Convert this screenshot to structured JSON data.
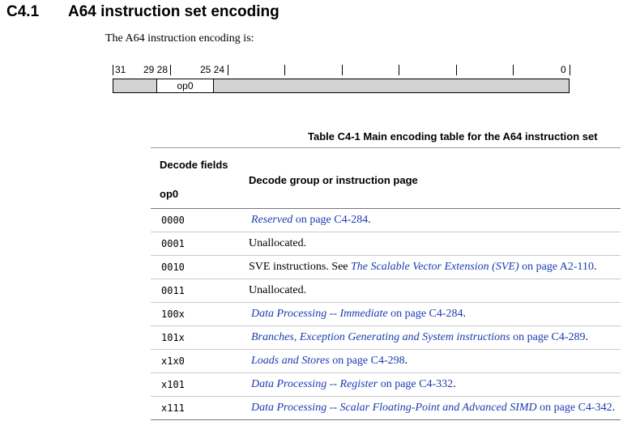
{
  "section": {
    "number": "C4.1",
    "title": "A64 instruction set encoding"
  },
  "intro": "The A64 instruction encoding is:",
  "encoding": {
    "labels": {
      "b31": "31",
      "b29_28": "29 28",
      "b25_24": "25 24",
      "b0": "0"
    },
    "field": "op0"
  },
  "table": {
    "caption": "Table C4-1 Main encoding table for the A64 instruction set",
    "header": {
      "decode_fields": "Decode fields",
      "op0": "op0",
      "group": "Decode group or instruction page"
    },
    "rows": [
      {
        "op0": "0000",
        "prefix": "",
        "link": "Reserved",
        "page": "on page C4-284",
        "suffix": "."
      },
      {
        "op0": "0001",
        "prefix": "Unallocated.",
        "link": "",
        "page": "",
        "suffix": ""
      },
      {
        "op0": "0010",
        "prefix": "SVE instructions. See ",
        "link": "The Scalable Vector Extension (SVE)",
        "page": "on page A2-110",
        "suffix": "."
      },
      {
        "op0": "0011",
        "prefix": "Unallocated.",
        "link": "",
        "page": "",
        "suffix": ""
      },
      {
        "op0": "100x",
        "prefix": "",
        "link": "Data Processing -- Immediate",
        "page": "on page C4-284",
        "suffix": "."
      },
      {
        "op0": "101x",
        "prefix": "",
        "link": "Branches, Exception Generating and System instructions",
        "page": "on page C4-289",
        "suffix": "."
      },
      {
        "op0": "x1x0",
        "prefix": "",
        "link": "Loads and Stores",
        "page": "on page C4-298",
        "suffix": "."
      },
      {
        "op0": "x101",
        "prefix": "",
        "link": "Data Processing -- Register",
        "page": "on page C4-332",
        "suffix": "."
      },
      {
        "op0": "x111",
        "prefix": "",
        "link": "Data Processing -- Scalar Floating-Point and Advanced SIMD",
        "page": "on page C4-342",
        "suffix": "."
      }
    ]
  },
  "colors": {
    "link": "#1a3bb0",
    "field_fill": "#d3d3d3"
  }
}
